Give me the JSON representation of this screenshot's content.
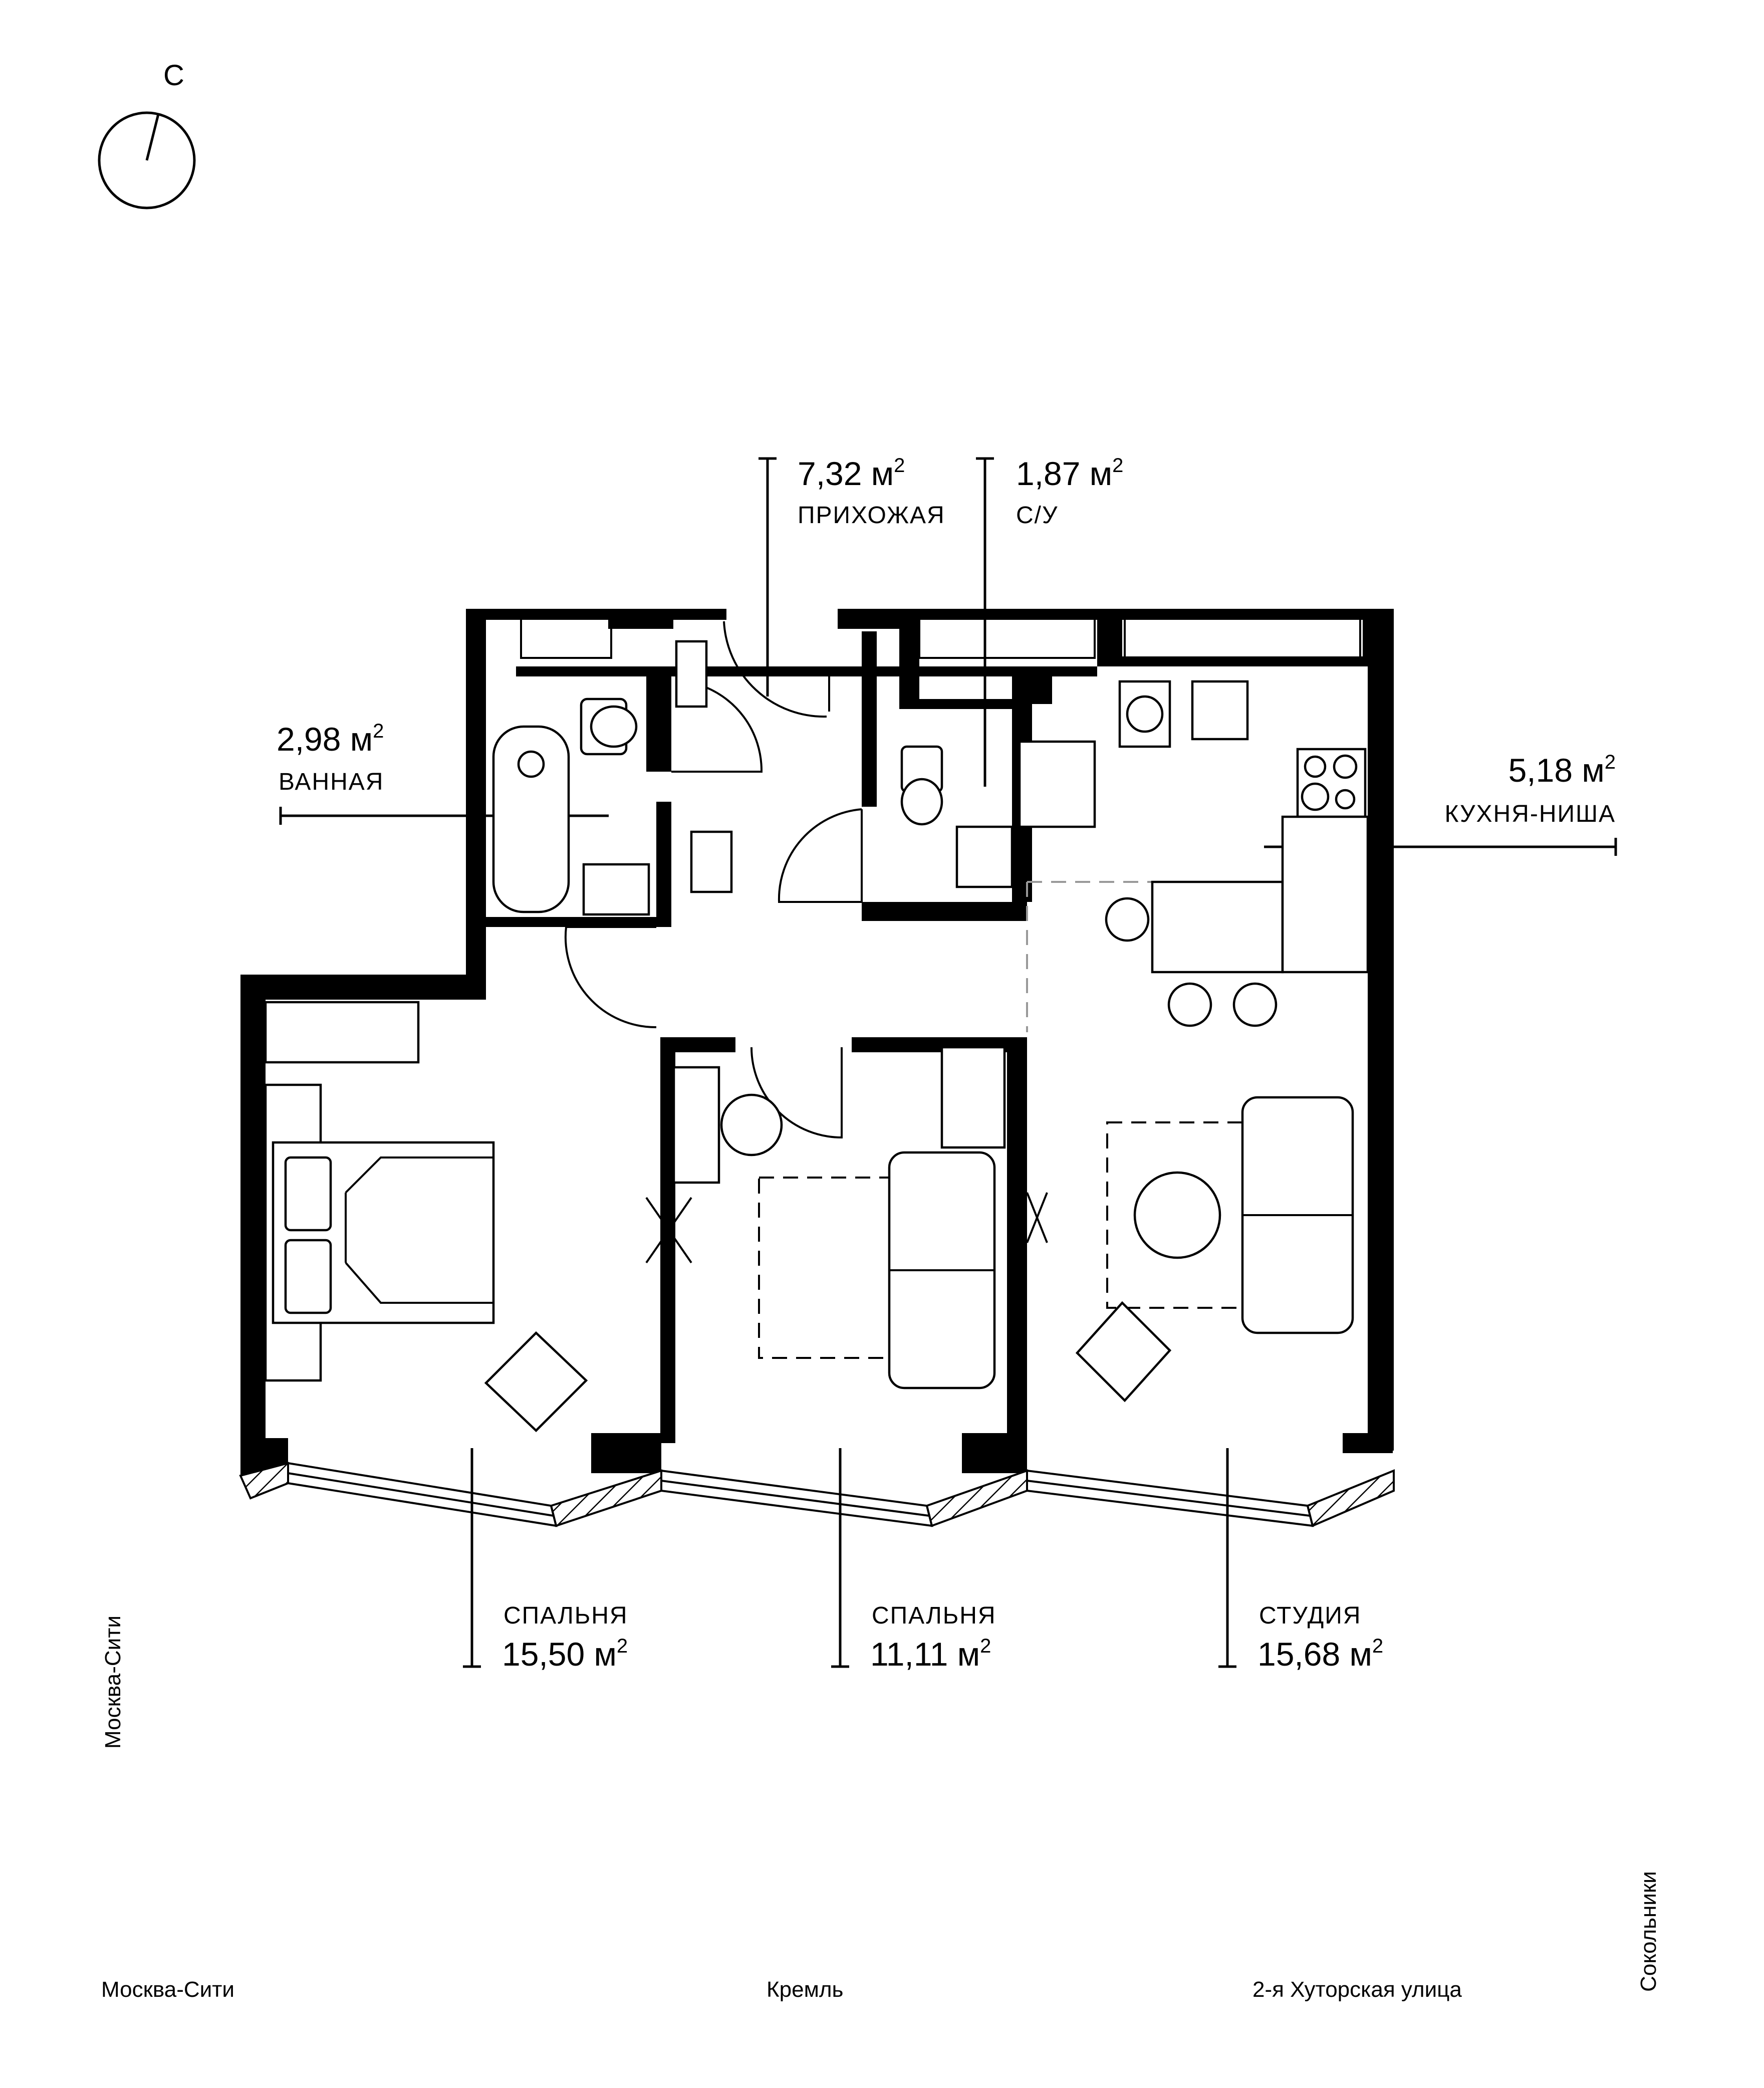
{
  "compass": {
    "north_label": "С"
  },
  "rooms": [
    {
      "id": "hallway",
      "area": "7,32 м",
      "name": "ПРИХОЖАЯ"
    },
    {
      "id": "wc",
      "area": "1,87 м",
      "name": "С/У"
    },
    {
      "id": "bathroom",
      "area": "2,98 м",
      "name": "ВАННАЯ"
    },
    {
      "id": "kitchen",
      "area": "5,18 м",
      "name": "КУХНЯ-НИША"
    },
    {
      "id": "bedroom1",
      "area": "15,50 м",
      "name": "СПАЛЬНЯ"
    },
    {
      "id": "bedroom2",
      "area": "11,11 м",
      "name": "СПАЛЬНЯ"
    },
    {
      "id": "studio",
      "area": "15,68 м",
      "name": "СТУДИЯ"
    }
  ],
  "area_unit_sup": "2",
  "directions": {
    "left_vertical": "Москва-Сити",
    "right_vertical": "Сокольники",
    "bottom_left": "Москва-Сити",
    "bottom_center": "Кремль",
    "bottom_right": "2-я Хуторская улица"
  }
}
